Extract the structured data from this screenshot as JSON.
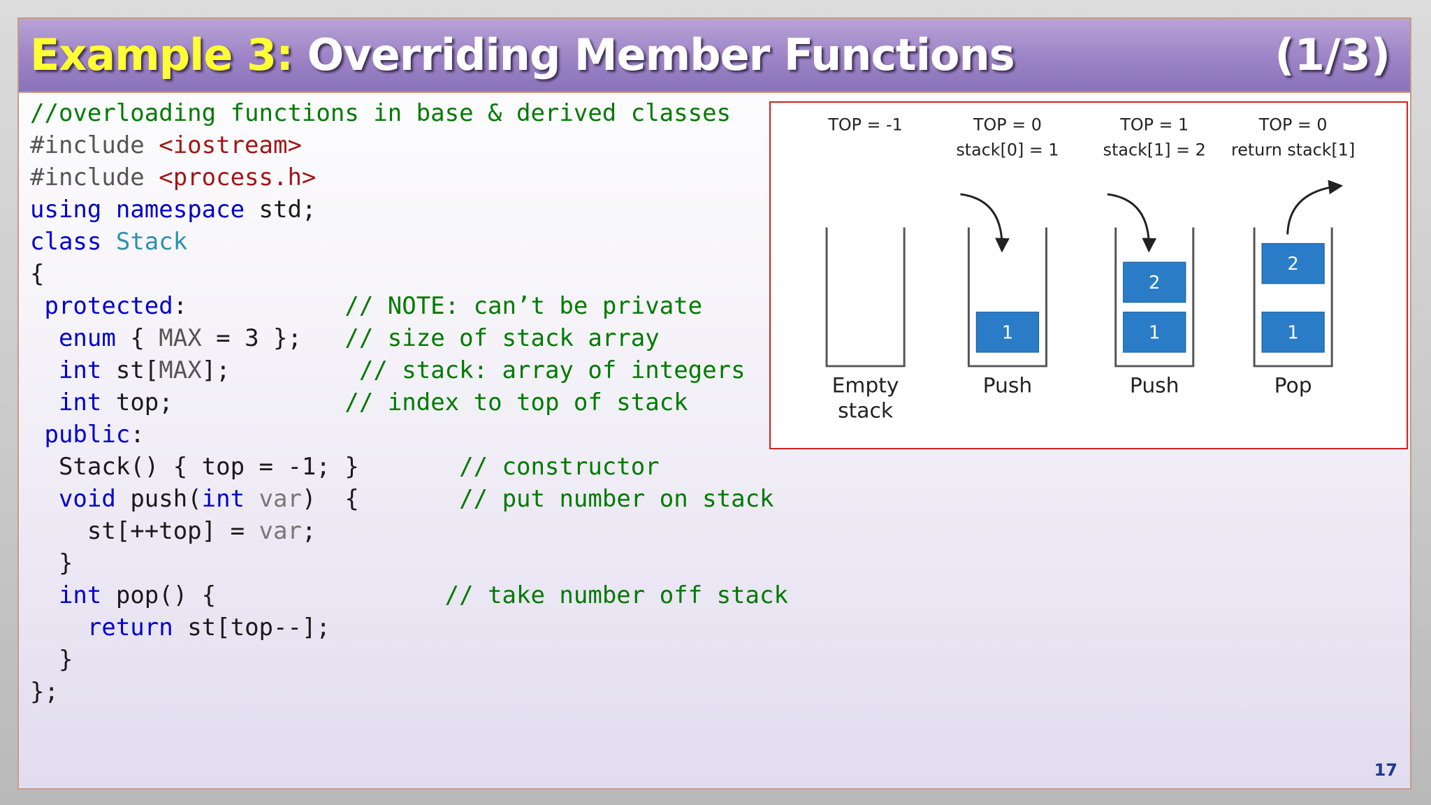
{
  "title": {
    "highlight": "Example 3:",
    "main": "Overriding Member Functions",
    "part": "(1/3)"
  },
  "code_lines": [
    [
      {
        "t": "//overloading functions in base & derived classes",
        "c": "cm"
      }
    ],
    [
      {
        "t": "#include ",
        "c": "pp"
      },
      {
        "t": "<iostream>",
        "c": "str"
      }
    ],
    [
      {
        "t": "#include ",
        "c": "pp"
      },
      {
        "t": "<process.h>",
        "c": "str"
      }
    ],
    [
      {
        "t": "using",
        "c": "kw"
      },
      {
        "t": " "
      },
      {
        "t": "namespace",
        "c": "kw"
      },
      {
        "t": " std;"
      }
    ],
    [
      {
        "t": "class",
        "c": "kw"
      },
      {
        "t": " "
      },
      {
        "t": "Stack",
        "c": "cls"
      }
    ],
    [
      {
        "t": "{"
      }
    ],
    [
      {
        "t": " "
      },
      {
        "t": "protected",
        "c": "kw"
      },
      {
        "t": ":           "
      },
      {
        "t": "// NOTE: can’t be private",
        "c": "cm"
      }
    ],
    [
      {
        "t": "  "
      },
      {
        "t": "enum",
        "c": "kw"
      },
      {
        "t": " { "
      },
      {
        "t": "MAX",
        "c": "pp"
      },
      {
        "t": " = 3 };   "
      },
      {
        "t": "// size of stack array",
        "c": "cm"
      }
    ],
    [
      {
        "t": "  "
      },
      {
        "t": "int",
        "c": "kw"
      },
      {
        "t": " st["
      },
      {
        "t": "MAX",
        "c": "pp"
      },
      {
        "t": "];         "
      },
      {
        "t": "// stack: array of integers",
        "c": "cm"
      }
    ],
    [
      {
        "t": "  "
      },
      {
        "t": "int",
        "c": "kw"
      },
      {
        "t": " top;            "
      },
      {
        "t": "// index to top of stack",
        "c": "cm"
      }
    ],
    [
      {
        "t": " "
      },
      {
        "t": "public",
        "c": "kw"
      },
      {
        "t": ":"
      }
    ],
    [
      {
        "t": "  Stack() { top = -1; }       "
      },
      {
        "t": "// constructor",
        "c": "cm"
      }
    ],
    [
      {
        "t": "  "
      },
      {
        "t": "void",
        "c": "kw"
      },
      {
        "t": " push("
      },
      {
        "t": "int",
        "c": "kw"
      },
      {
        "t": " "
      },
      {
        "t": "var",
        "c": "pn"
      },
      {
        "t": ")  {       "
      },
      {
        "t": "// put number on stack",
        "c": "cm"
      }
    ],
    [
      {
        "t": "    st[++top] = "
      },
      {
        "t": "var",
        "c": "pn"
      },
      {
        "t": ";"
      }
    ],
    [
      {
        "t": "  }"
      }
    ],
    [
      {
        "t": "  "
      },
      {
        "t": "int",
        "c": "kw"
      },
      {
        "t": " pop() {                "
      },
      {
        "t": "// take number off stack",
        "c": "cm"
      }
    ],
    [
      {
        "t": "    "
      },
      {
        "t": "return",
        "c": "kw"
      },
      {
        "t": " st[top--];"
      }
    ],
    [
      {
        "t": "  }"
      }
    ],
    [
      {
        "t": "};"
      }
    ]
  ],
  "diagram": {
    "stages": [
      {
        "header": [
          "TOP = -1"
        ],
        "label": [
          "Empty",
          "stack"
        ],
        "items": [],
        "arrow": "none"
      },
      {
        "header": [
          "TOP = 0",
          "stack[0] = 1"
        ],
        "label": [
          "Push"
        ],
        "items": [
          "1"
        ],
        "arrow": "in"
      },
      {
        "header": [
          "TOP = 1",
          "stack[1] = 2"
        ],
        "label": [
          "Push"
        ],
        "items": [
          "1",
          "2"
        ],
        "arrow": "in"
      },
      {
        "header": [
          "TOP = 0",
          "return stack[1]"
        ],
        "label": [
          "Pop"
        ],
        "items": [
          "1",
          "2"
        ],
        "arrow": "out"
      }
    ],
    "block_color": "#2a7cc6"
  },
  "page_number": "17"
}
